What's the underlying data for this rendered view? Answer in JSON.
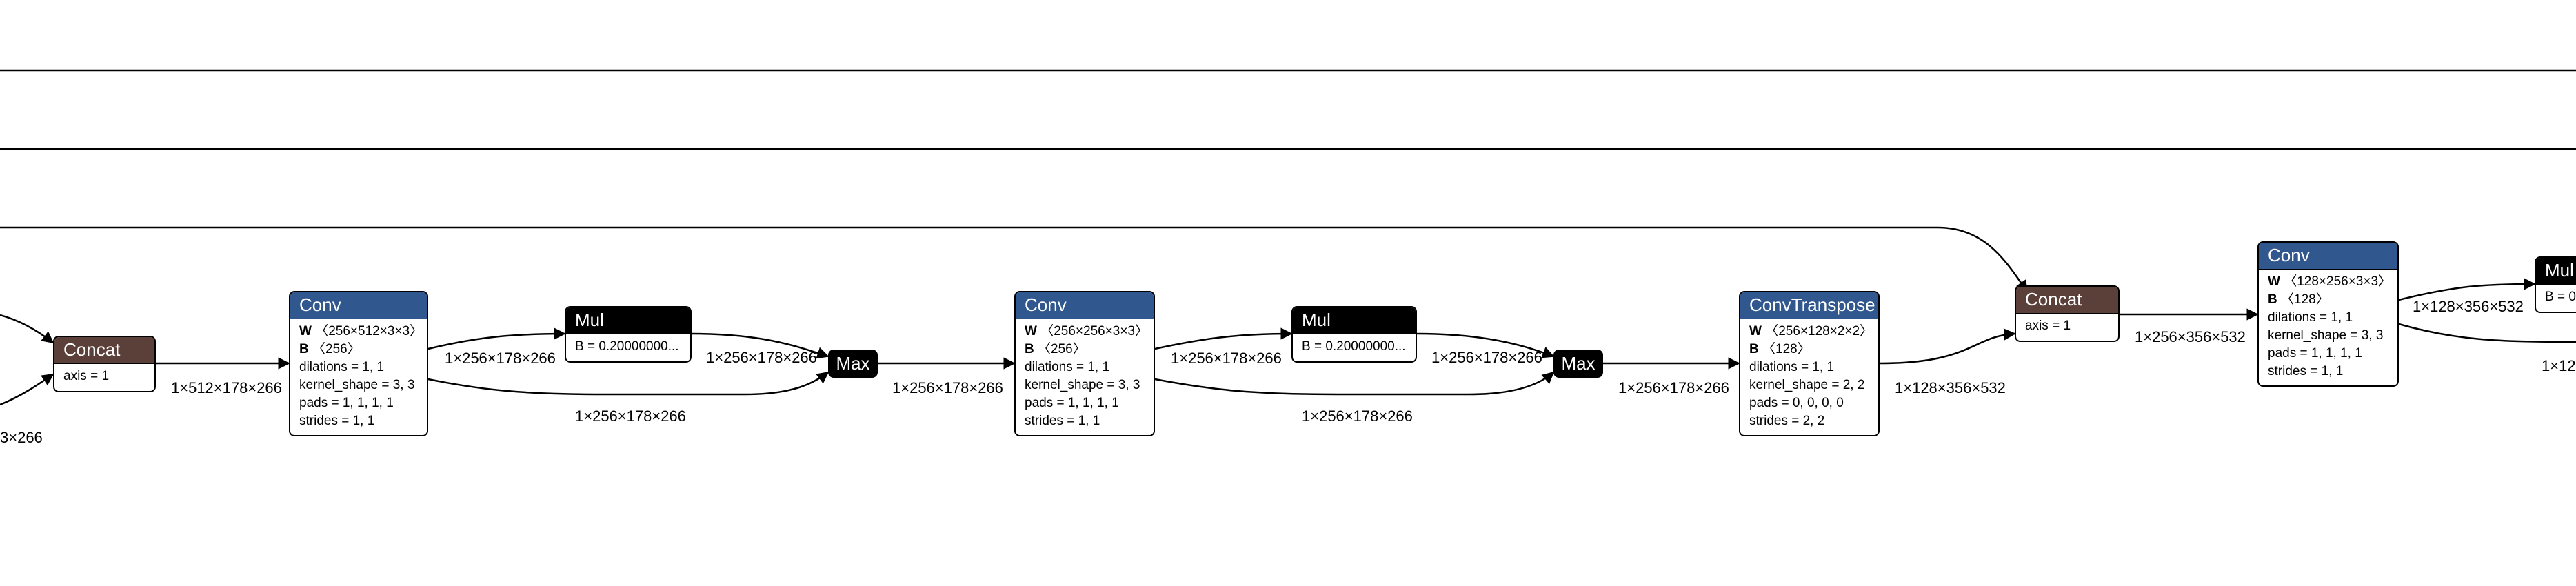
{
  "nodes": {
    "concat1": {
      "title": "Concat",
      "attrs": [
        "axis = 1"
      ]
    },
    "conv1": {
      "title": "Conv",
      "W": "W",
      "W_shape": "〈256×512×3×3〉",
      "B": "B",
      "B_shape": "〈256〉",
      "attrs": [
        "dilations = 1, 1",
        "kernel_shape = 3, 3",
        "pads = 1, 1, 1, 1",
        "strides = 1, 1"
      ]
    },
    "mul1": {
      "title": "Mul",
      "attrs": [
        "B = 0.20000000..."
      ]
    },
    "max1": {
      "title": "Max"
    },
    "conv2": {
      "title": "Conv",
      "W": "W",
      "W_shape": "〈256×256×3×3〉",
      "B": "B",
      "B_shape": "〈256〉",
      "attrs": [
        "dilations = 1, 1",
        "kernel_shape = 3, 3",
        "pads = 1, 1, 1, 1",
        "strides = 1, 1"
      ]
    },
    "mul2": {
      "title": "Mul",
      "attrs": [
        "B = 0.20000000..."
      ]
    },
    "max2": {
      "title": "Max"
    },
    "convt": {
      "title": "ConvTranspose",
      "W": "W",
      "W_shape": "〈256×128×2×2〉",
      "B": "B",
      "B_shape": "〈128〉",
      "attrs": [
        "dilations = 1, 1",
        "kernel_shape = 2, 2",
        "pads = 0, 0, 0, 0",
        "strides = 2, 2"
      ]
    },
    "concat2": {
      "title": "Concat",
      "attrs": [
        "axis = 1"
      ]
    },
    "conv3": {
      "title": "Conv",
      "W": "W",
      "W_shape": "〈128×256×3×3〉",
      "B": "B",
      "B_shape": "〈128〉",
      "attrs": [
        "dilations = 1, 1",
        "kernel_shape = 3, 3",
        "pads = 1, 1, 1, 1",
        "strides = 1, 1"
      ]
    },
    "mul3": {
      "title": "Mul",
      "attrs": [
        "B = 0"
      ]
    }
  },
  "edge_labels": {
    "in_left": "3×266",
    "concat1_conv1": "1×512×178×266",
    "conv1_mul1": "1×256×178×266",
    "mul1_max1": "1×256×178×266",
    "conv1_max1": "1×256×178×266",
    "max1_conv2": "1×256×178×266",
    "conv2_mul2": "1×256×178×266",
    "mul2_max2": "1×256×178×266",
    "conv2_max2": "1×256×178×266",
    "max2_convt": "1×256×178×266",
    "convt_concat2": "1×128×356×532",
    "concat2_conv3": "1×256×356×532",
    "conv3_mul3": "1×128×356×532",
    "conv3_right": "1×12"
  }
}
